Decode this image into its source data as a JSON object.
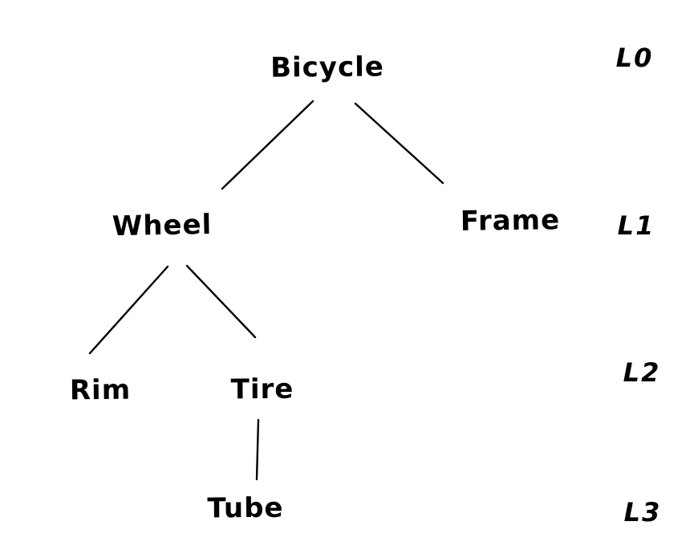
{
  "diagram": {
    "type": "tree",
    "style": "hand-drawn",
    "background_color": "#ffffff",
    "ink_color": "#000000",
    "nodes": [
      {
        "id": "bicycle",
        "label": "Bicycle",
        "level": "L0"
      },
      {
        "id": "wheel",
        "label": "Wheel",
        "level": "L1",
        "parent": "Bicycle"
      },
      {
        "id": "frame",
        "label": "Frame",
        "level": "L1",
        "parent": "Bicycle"
      },
      {
        "id": "rim",
        "label": "Rim",
        "level": "L2",
        "parent": "Wheel"
      },
      {
        "id": "tire",
        "label": "Tire",
        "level": "L2",
        "parent": "Wheel"
      },
      {
        "id": "tube",
        "label": "Tube",
        "level": "L3",
        "parent": "Tire"
      }
    ],
    "edges": [
      {
        "from": "Bicycle",
        "to": "Wheel"
      },
      {
        "from": "Bicycle",
        "to": "Frame"
      },
      {
        "from": "Wheel",
        "to": "Rim"
      },
      {
        "from": "Wheel",
        "to": "Tire"
      },
      {
        "from": "Tire",
        "to": "Tube"
      }
    ],
    "level_labels": [
      {
        "label": "L0"
      },
      {
        "label": "L1"
      },
      {
        "label": "L2"
      },
      {
        "label": "L3"
      }
    ]
  }
}
